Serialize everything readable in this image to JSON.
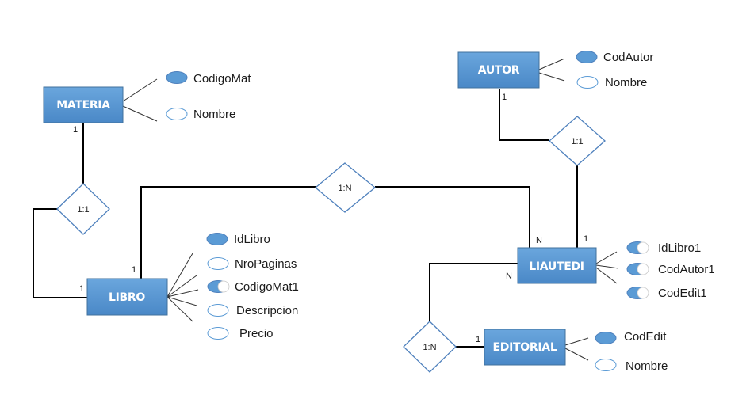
{
  "colors": {
    "entity_fill": "#5b9bd5",
    "entity_border": "#41719c",
    "key_fill": "#5b9bd5",
    "attr_outline": "#5b9bd5",
    "diamond_stroke": "#4f81bd"
  },
  "entities": {
    "materia": "MATERIA",
    "autor": "AUTOR",
    "libro": "LIBRO",
    "liautedi": "LIAUTEDI",
    "editorial": "EDITORIAL"
  },
  "attributes": {
    "materia": [
      {
        "label": "CodigoMat",
        "kind": "key"
      },
      {
        "label": "Nombre",
        "kind": "plain"
      }
    ],
    "autor": [
      {
        "label": "CodAutor",
        "kind": "key"
      },
      {
        "label": "Nombre",
        "kind": "plain"
      }
    ],
    "libro": [
      {
        "label": "IdLibro",
        "kind": "key"
      },
      {
        "label": "NroPaginas",
        "kind": "plain"
      },
      {
        "label": "CodigoMat1",
        "kind": "foreign"
      },
      {
        "label": "Descripcion",
        "kind": "plain"
      },
      {
        "label": "Precio",
        "kind": "plain"
      }
    ],
    "liautedi": [
      {
        "label": "IdLibro1",
        "kind": "foreign"
      },
      {
        "label": "CodAutor1",
        "kind": "foreign"
      },
      {
        "label": "CodEdit1",
        "kind": "foreign"
      }
    ],
    "editorial": [
      {
        "label": "CodEdit",
        "kind": "key"
      },
      {
        "label": "Nombre",
        "kind": "plain"
      }
    ]
  },
  "relationships": {
    "materia_libro": "1:1",
    "libro_liautedi": "1:N",
    "autor_liautedi": "1:1",
    "editorial_liautedi": "1:N"
  },
  "cardinalities": {
    "materia_side": "1",
    "libro_from_materia": "1",
    "libro_to_liautedi": "1",
    "liautedi_from_libro": "N",
    "autor_side": "1",
    "liautedi_from_autor": "1",
    "liautedi_from_editorial": "N",
    "editorial_side": "1"
  }
}
